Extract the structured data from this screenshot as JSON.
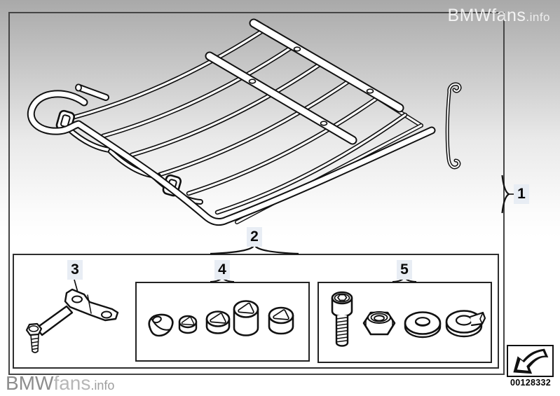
{
  "watermark_top": {
    "bmw": "BMW",
    "fans": "fans",
    "info": ".info"
  },
  "watermark_bottom": {
    "bmw": "BMW",
    "fans": "fans",
    "info": ".info"
  },
  "callouts": {
    "c1": "1",
    "c2": "2",
    "c3": "3",
    "c4": "4",
    "c5": "5"
  },
  "footer": {
    "image_number": "00128332"
  },
  "colors": {
    "line": "#111111",
    "frame_border": "#454545",
    "box_border": "#2e2e2e",
    "callout_bg": "#e8edf4",
    "background_top": "#a9a9a9",
    "background_bottom": "#ffffff"
  },
  "icons": {
    "nav_arrow": "page-turn-arrow-icon",
    "parts": [
      "luggage-rack",
      "tension-hook-rod",
      "mounting-bracket",
      "rubber-spacers",
      "bolt-nut-washers"
    ]
  }
}
